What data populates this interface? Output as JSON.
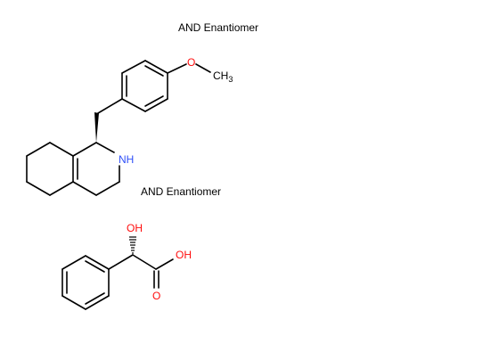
{
  "annotations": {
    "top_label": "AND Enantiomer",
    "middle_label": "AND Enantiomer"
  },
  "molecule_1": {
    "oxygen": "O",
    "methyl": "CH",
    "methyl_subscript": "3",
    "amine": "NH"
  },
  "molecule_2": {
    "hydroxyl_alpha": "OH",
    "acid_hydroxyl": "OH",
    "carbonyl_oxygen": "O"
  },
  "colors": {
    "bond": "#000000",
    "text": "#000000",
    "nitrogen": "#3050f8",
    "oxygen": "#ff0d0d"
  }
}
